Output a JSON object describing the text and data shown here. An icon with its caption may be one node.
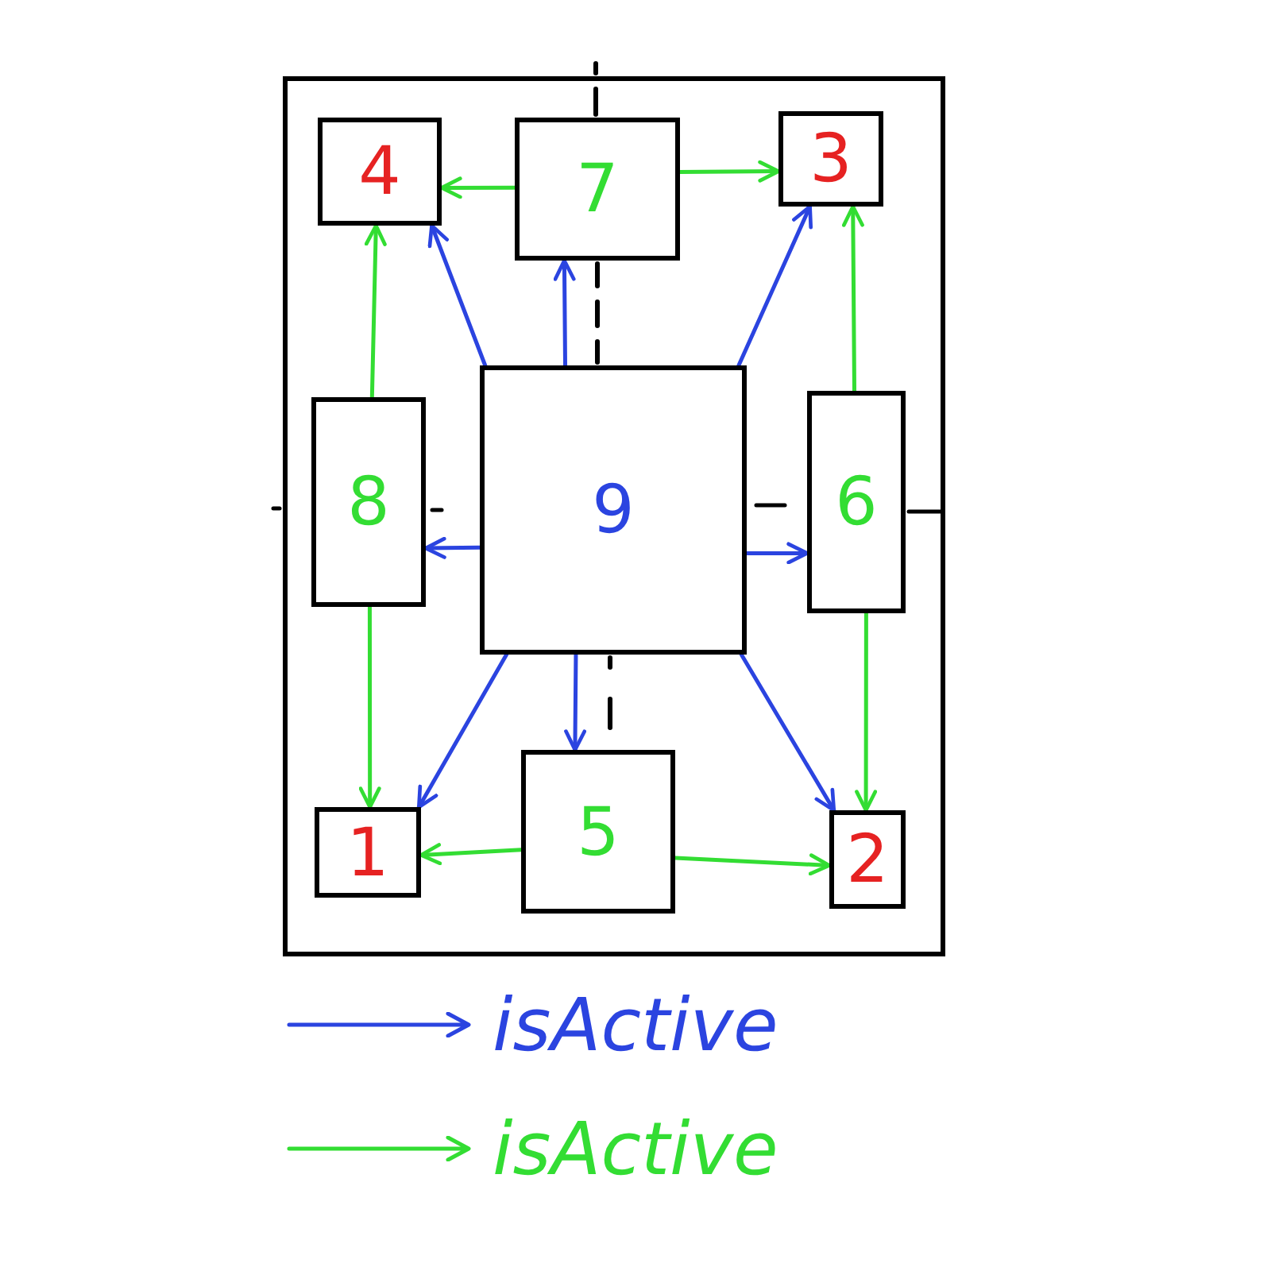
{
  "diagram": {
    "nodes": [
      {
        "text": [],
        "shape": "box"
      },
      {
        "text": [
          "4"
        ],
        "in": 0
      },
      {
        "text": [
          "7"
        ],
        "in": 0
      },
      {
        "text": [
          "3"
        ],
        "in": 0
      },
      {
        "text": [
          "8"
        ],
        "in": 0
      },
      {
        "text": [
          "9"
        ],
        "in": 0
      },
      {
        "text": [
          "6"
        ],
        "in": 0
      },
      {
        "text": [
          "1"
        ],
        "in": 0
      },
      {
        "text": [
          "5"
        ],
        "in": 0
      },
      {
        "text": [
          "2"
        ],
        "in": 0
      }
    ],
    "edges": [
      {
        "from": 2,
        "to": 1,
        "arrow": "to",
        "color": "#33dd33"
      },
      {
        "from": 2,
        "to": 3,
        "arrow": "to",
        "color": "#33dd33"
      },
      {
        "from": 5,
        "to": 1,
        "arrow": "to",
        "color": "#2b44e0"
      },
      {
        "from": 5,
        "to": 2,
        "arrow": "to",
        "color": "#2b44e0"
      },
      {
        "from": 5,
        "to": 3,
        "arrow": "to",
        "color": "#2b44e0"
      },
      {
        "from": 4,
        "to": 1,
        "arrow": "to",
        "color": "#33dd33"
      },
      {
        "from": 6,
        "to": 3,
        "arrow": "to",
        "color": "#33dd33"
      },
      {
        "from": 5,
        "to": 4,
        "arrow": "to",
        "color": "#2b44e0"
      },
      {
        "from": 5,
        "to": 6,
        "arrow": "to",
        "color": "#2b44e0"
      },
      {
        "from": 4,
        "to": 7,
        "arrow": "to",
        "color": "#33dd33"
      },
      {
        "from": 6,
        "to": 9,
        "arrow": "to",
        "color": "#33dd33"
      },
      {
        "from": 5,
        "to": 7,
        "arrow": "to",
        "color": "#2b44e0"
      },
      {
        "from": 5,
        "to": 8,
        "arrow": "to",
        "color": "#2b44e0"
      },
      {
        "from": 5,
        "to": 9,
        "arrow": "to",
        "color": "#2b44e0"
      },
      {
        "from": 8,
        "to": 7,
        "arrow": "to",
        "color": "#33dd33"
      },
      {
        "from": 8,
        "to": 9,
        "arrow": "to",
        "color": "#33dd33"
      }
    ],
    "legend": [
      {
        "text": "isActive",
        "color": "#2b44e0"
      },
      {
        "text": "isActive",
        "color": "#33dd33"
      }
    ]
  }
}
